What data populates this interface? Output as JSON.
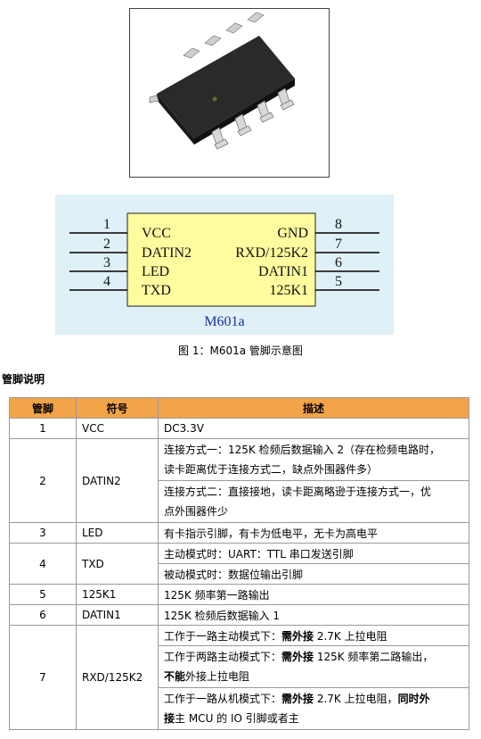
{
  "figure": {
    "caption": "图 1：M601a 管脚示意图",
    "chip_name": "M601a",
    "pins_left": [
      {
        "num": "1",
        "label": "VCC"
      },
      {
        "num": "2",
        "label": "DATIN2"
      },
      {
        "num": "3",
        "label": "LED"
      },
      {
        "num": "4",
        "label": "TXD"
      }
    ],
    "pins_right": [
      {
        "num": "8",
        "label": "GND"
      },
      {
        "num": "7",
        "label": "RXD/125K2"
      },
      {
        "num": "6",
        "label": "DATIN1"
      },
      {
        "num": "5",
        "label": "125K1"
      }
    ],
    "colors": {
      "chip_fill": "#fffb9e",
      "box_bg": "#dff0f7",
      "header_bg": "#f3a448",
      "chip_name": "#1a2fa0"
    }
  },
  "section_title": "管脚说明",
  "table": {
    "headers": [
      "管脚",
      "符号",
      "描述"
    ],
    "rows": {
      "r1": {
        "pin": "1",
        "symbol": "VCC",
        "d1": "DC3.3V"
      },
      "r2": {
        "pin": "2",
        "symbol": "DATIN2",
        "d1a": "连接方式一：125K 检频后数据输入 2（存在检频电路时，",
        "d1b": "读卡距离优于连接方式二，缺点外围器件多）",
        "d2a": "连接方式二：直接接地，读卡距离略逊于连接方式一，优",
        "d2b": "点外围器件少"
      },
      "r3": {
        "pin": "3",
        "symbol": "LED",
        "d1": "有卡指示引脚，有卡为低电平，无卡为高电平"
      },
      "r4": {
        "pin": "4",
        "symbol": "TXD",
        "d1": "主动模式时：UART：TTL 串口发送引脚",
        "d2": "被动模式时：数据位输出引脚"
      },
      "r5": {
        "pin": "5",
        "symbol": "125K1",
        "d1": "125K 频率第一路输出"
      },
      "r6": {
        "pin": "6",
        "symbol": "DATIN1",
        "d1": "125K 检频后数据输入 1"
      },
      "r7": {
        "pin": "7",
        "symbol": "RXD/125K2",
        "m1_pre": "工作于一路主动模式下：",
        "m1_bold": "需外接",
        "m1_post": " 2.7K 上拉电阻",
        "m2_pre": "工作于两路主动模式下：",
        "m2_bold": "需外接",
        "m2_post": " 125K 频率第二路输出，",
        "m2b_bold": "不能",
        "m2b_post": "外接上拉电阻",
        "m3_pre": "工作于一路从机模式下：",
        "m3_bold": "需外接",
        "m3_mid": " 2.7K 上拉电阻，",
        "m3_bold2": "同时外",
        "m3b_bold": "接",
        "m3b_post": "主 MCU 的 IO 引脚或者主"
      }
    }
  }
}
